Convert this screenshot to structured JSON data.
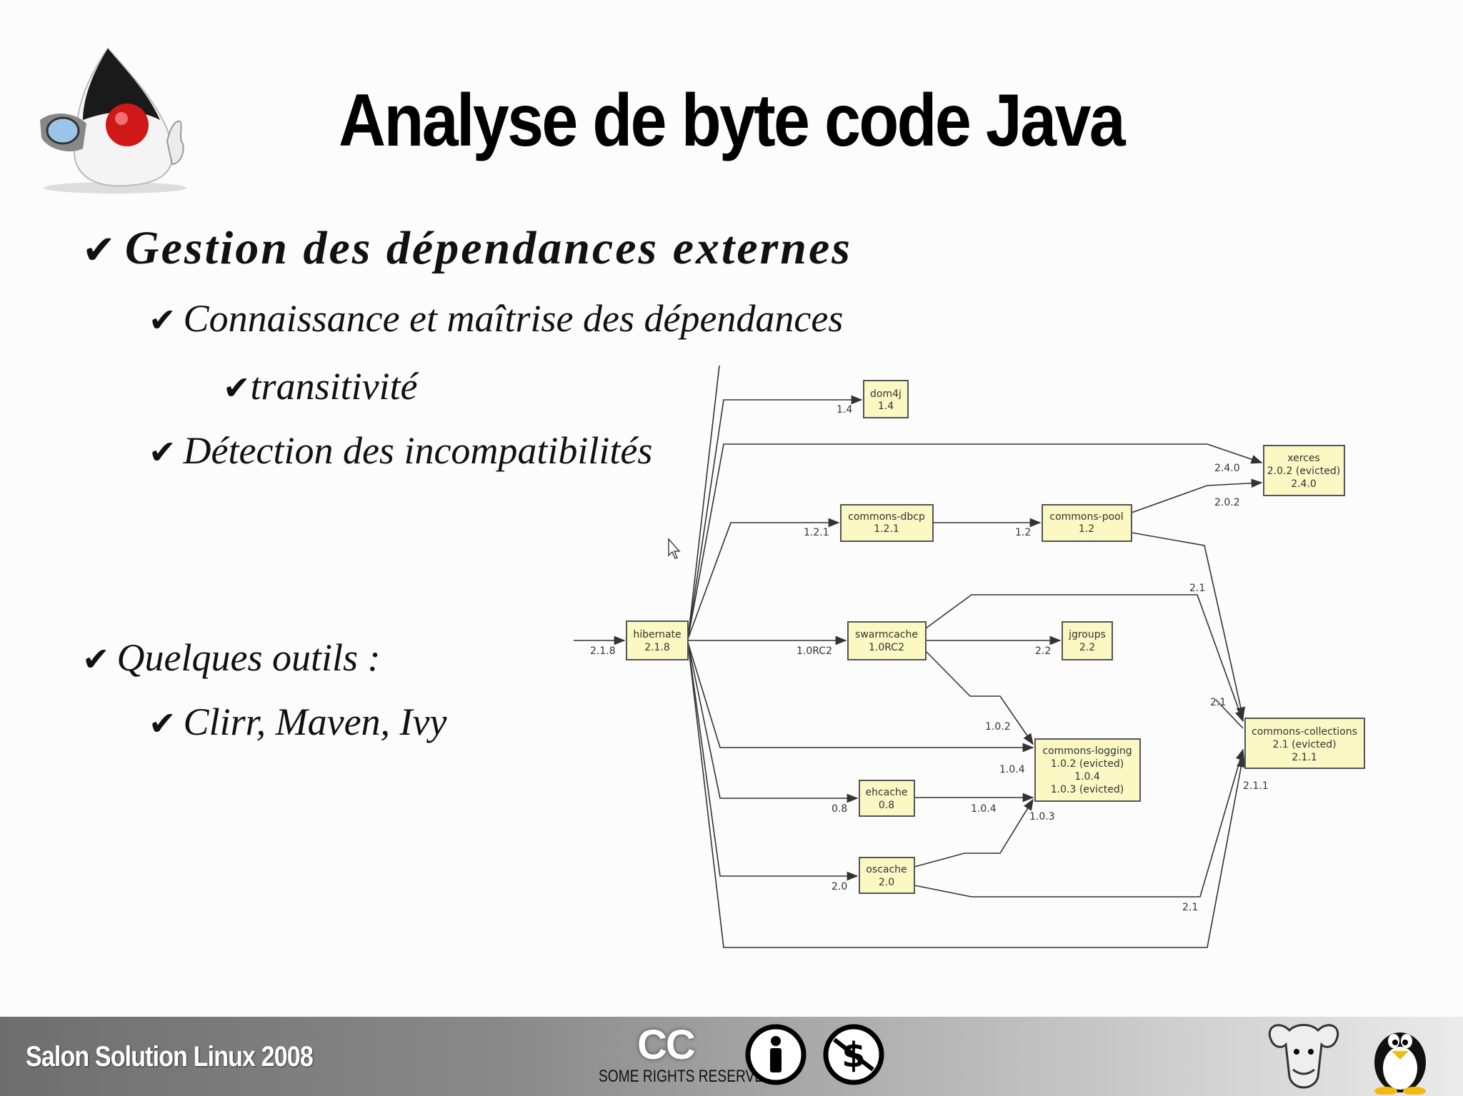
{
  "slide": {
    "title": "Analyse de byte code Java",
    "bullets": {
      "b1": "Gestion des dépendances externes",
      "b2": "Connaissance et maîtrise des dépendances",
      "b3": "transitivité",
      "b4": "Détection des incompatibilités",
      "b5": "Quelques outils :",
      "b6": "Clirr, Maven, Ivy"
    },
    "check_glyph": "✔"
  },
  "diagram": {
    "nodes": {
      "hibernate": [
        "hibernate",
        "2.1.8"
      ],
      "dom4j": [
        "dom4j",
        "1.4"
      ],
      "xerces": [
        "xerces",
        "2.0.2 (evicted)",
        "2.4.0"
      ],
      "dbcp": [
        "commons-dbcp",
        "1.2.1"
      ],
      "pool": [
        "commons-pool",
        "1.2"
      ],
      "swarm": [
        "swarmcache",
        "1.0RC2"
      ],
      "jgroups": [
        "jgroups",
        "2.2"
      ],
      "logging": [
        "commons-logging",
        "1.0.2 (evicted)",
        "1.0.4",
        "1.0.3 (evicted)"
      ],
      "collections": [
        "commons-collections",
        "2.1 (evicted)",
        "2.1.1"
      ],
      "ehcache": [
        "ehcache",
        "0.8"
      ],
      "oscache": [
        "oscache",
        "2.0"
      ]
    },
    "edge_labels": {
      "in": "2.1.8",
      "dom4j": "1.4",
      "xerces_240": "2.4.0",
      "xerces_202": "2.0.2",
      "dbcp": "1.2.1",
      "pool": "1.2",
      "swarm": "1.0RC2",
      "jgroups": "2.2",
      "coll_21a": "2.1",
      "coll_21b": "2.1",
      "coll_21c": "2.1",
      "coll_211": "2.1.1",
      "log_102": "1.0.2",
      "log_104a": "1.0.4",
      "log_104b": "1.0.4",
      "log_103": "1.0.3",
      "ehcache": "0.8",
      "oscache": "2.0"
    }
  },
  "footer": {
    "event": "Salon Solution Linux 2008",
    "cc_logo": "CC",
    "cc_text": "SOME RIGHTS RESERVED",
    "icons": [
      "attribution-icon",
      "noncommercial-icon",
      "gnu-logo",
      "tux-logo"
    ]
  }
}
